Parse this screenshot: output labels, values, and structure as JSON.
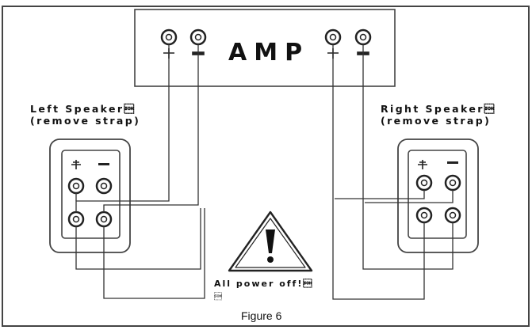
{
  "amp": {
    "label": "AMP"
  },
  "left_speaker": {
    "title": "Left Speaker\u0001",
    "note": "(remove strap)"
  },
  "right_speaker": {
    "title": "Right Speaker\u0001",
    "note": "(remove strap)"
  },
  "warning": {
    "text": "All power off!\u0001",
    "extra": "\u0001"
  },
  "figure": {
    "caption": "Figure 6"
  },
  "colors": {
    "line": "#333333",
    "frame": "#444444",
    "background": "#ffffff"
  }
}
